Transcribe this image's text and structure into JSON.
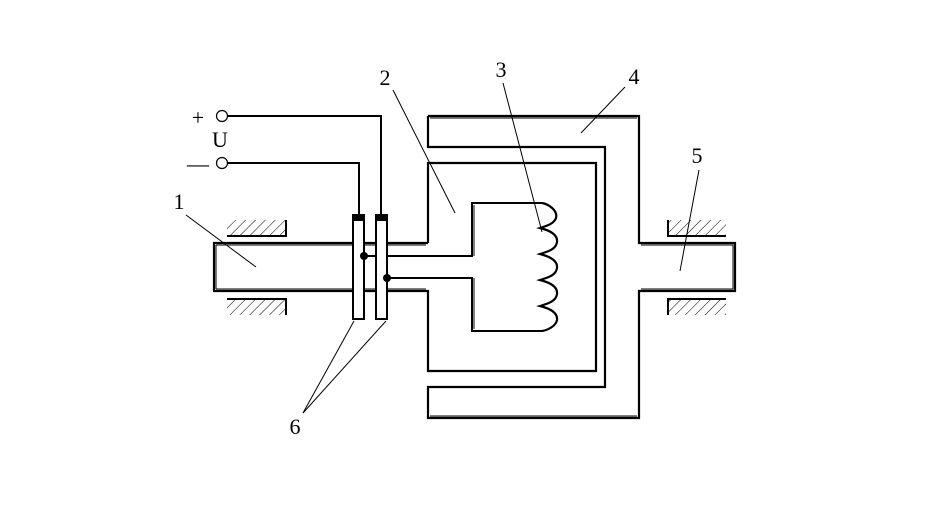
{
  "terminals": {
    "plus": "+",
    "minus": "—",
    "voltage": "U"
  },
  "callouts": [
    "1",
    "2",
    "3",
    "4",
    "5",
    "6"
  ],
  "colors": {
    "ink": "#000000",
    "background": "#ffffff"
  }
}
